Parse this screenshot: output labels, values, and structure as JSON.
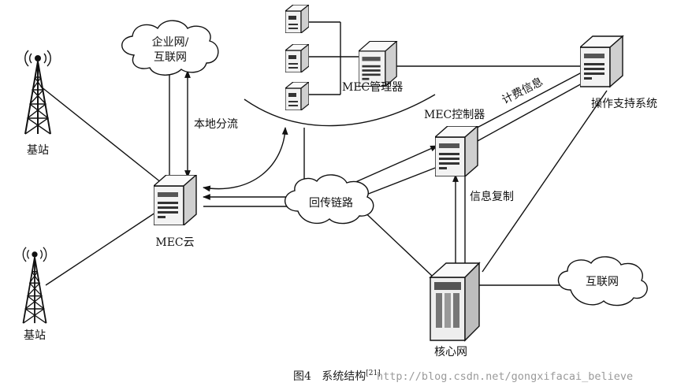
{
  "labels": {
    "enterprise_network": [
      "企业网/",
      "互联网"
    ],
    "base_station_top": "基站",
    "base_station_bottom": "基站",
    "local_offload": "本地分流",
    "mec_cloud": "MEC云",
    "mec_manager": "MEC管理器",
    "mec_controller": "MEC控制器",
    "billing_info": "计费信息",
    "oss": "操作支持系统",
    "backhaul_link": "回传链路",
    "info_replication": "信息复制",
    "internet": "互联网",
    "core_network": "核心网"
  },
  "caption": {
    "text": "图4   系统结构",
    "ref": "[21]"
  },
  "watermark": "http://blog.csdn.net/gongxifacai_believe"
}
